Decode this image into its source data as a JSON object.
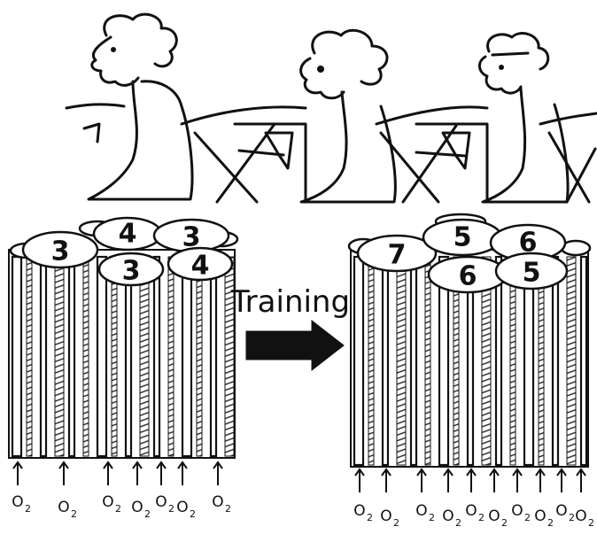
{
  "arrow_label": "Training",
  "before": {
    "fiber_numbers": [
      "3",
      "4",
      "3",
      "3",
      "4"
    ]
  },
  "after": {
    "fiber_numbers": [
      "7",
      "5",
      "6",
      "6",
      "5"
    ]
  },
  "oxygen_label": {
    "symbol": "O",
    "subscript": "2"
  },
  "colors": {
    "ink": "#111111",
    "background": "#ffffff"
  }
}
